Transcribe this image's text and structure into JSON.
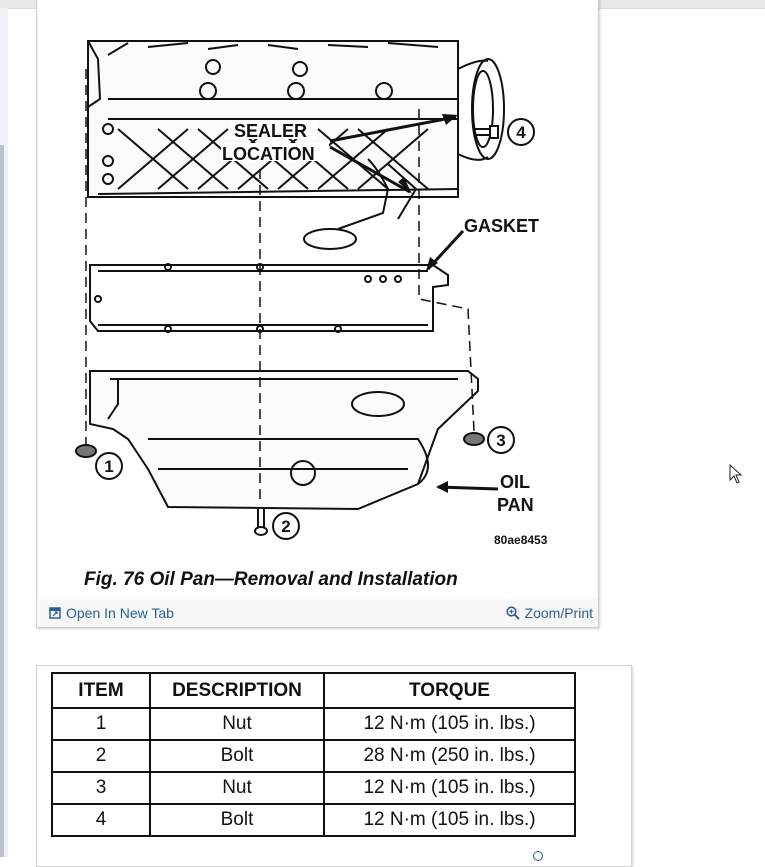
{
  "figure": {
    "labels": {
      "sealer_line1": "SEALER",
      "sealer_line2": "LOCATION",
      "gasket": "GASKET",
      "oil_line1": "OIL",
      "oil_line2": "PAN"
    },
    "callouts": [
      "1",
      "2",
      "3",
      "4"
    ],
    "code": "80ae8453",
    "caption": "Fig. 76 Oil Pan—Removal and Installation"
  },
  "toolbar": {
    "open_label": "Open In New Tab",
    "zoom_label": "Zoom/Print"
  },
  "torque_table": {
    "headers": [
      "ITEM",
      "DESCRIPTION",
      "TORQUE"
    ],
    "rows": [
      {
        "item": "1",
        "description": "Nut",
        "torque": "12 N·m (105 in. lbs.)"
      },
      {
        "item": "2",
        "description": "Bolt",
        "torque": "28 N·m (250 in. lbs.)"
      },
      {
        "item": "3",
        "description": "Nut",
        "torque": "12 N·m (105 in. lbs.)"
      },
      {
        "item": "4",
        "description": "Bolt",
        "torque": "12 N·m (105 in. lbs.)"
      }
    ]
  },
  "colors": {
    "link": "#2d5e93",
    "card_bg": "#f7f7f7",
    "line": "#111111"
  }
}
